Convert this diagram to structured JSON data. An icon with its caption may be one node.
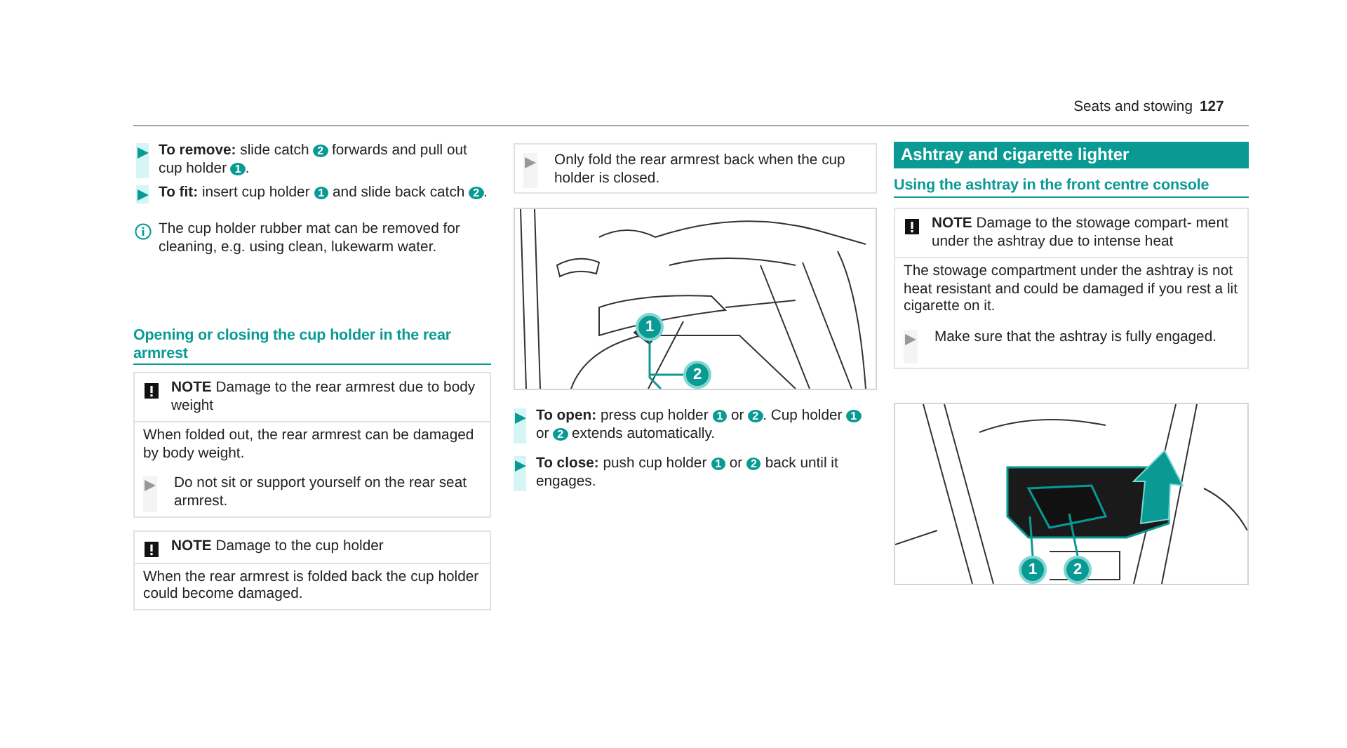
{
  "diagram": {
    "nodes": [
      {
        "text": [
          "**NOTE** Damage to the rear armrest due to body weight",
          "When folded out, the rear armrest can be damaged by body weight.",
          "Do not sit or support yourself on the rear seat armrest."
        ]
      },
      {
        "text": [
          "**NOTE** Damage to the cup holder",
          "When the rear armrest is folded back the cup holder could become damaged."
        ]
      },
      {
        "text": [
          "Only fold the rear armrest back when the cup holder is closed."
        ]
      },
      {
        "text": [],
        "shape": "picture"
      },
      {
        "text": [
          "1"
        ],
        "in": 3
      },
      {
        "text": [
          "2"
        ],
        "in": 3
      },
      {
        "text": [
          "**NOTE** Damage to the stowage compart- ment under the ashtray due to intense heat",
          "The stowage compartment under the ashtray is not heat resistant and could be damaged if you rest a lit cigarette on it.",
          "Make sure that the ashtray is fully engaged."
        ]
      },
      {
        "text": [],
        "shape": "picture"
      },
      {
        "text": [
          "1"
        ],
        "in": 7
      },
      {
        "text": [
          "2"
        ],
        "in": 7
      }
    ],
    "edges": [
      {
        "from": 4,
        "to": null,
        "arrow": "none"
      },
      {
        "from": 5,
        "to": null,
        "arrow": "none"
      },
      {
        "from": 8,
        "to": null,
        "arrow": "none"
      },
      {
        "from": 9,
        "to": null,
        "arrow": "none"
      }
    ],
    "labels": [
      "Seats and stowing",
      "127",
      "**To remove:** slide catch 2 forwards and pull out cup holder 1.",
      "**To fit:** insert cup holder 1 and slide back catch 2.",
      "The cup holder rubber mat can be removed for cleaning, e.g. using clean, lukewarm water.",
      "Opening or closing the cup holder in the rear armrest",
      "**To open:** press cup holder 1 or 2. Cup holder 1 or 2 extends automatically.",
      "**To close:** push cup holder 1 or 2 back until it engages.",
      "Ashtray and cigarette lighter",
      "Using the ashtray in the front centre console"
    ]
  }
}
